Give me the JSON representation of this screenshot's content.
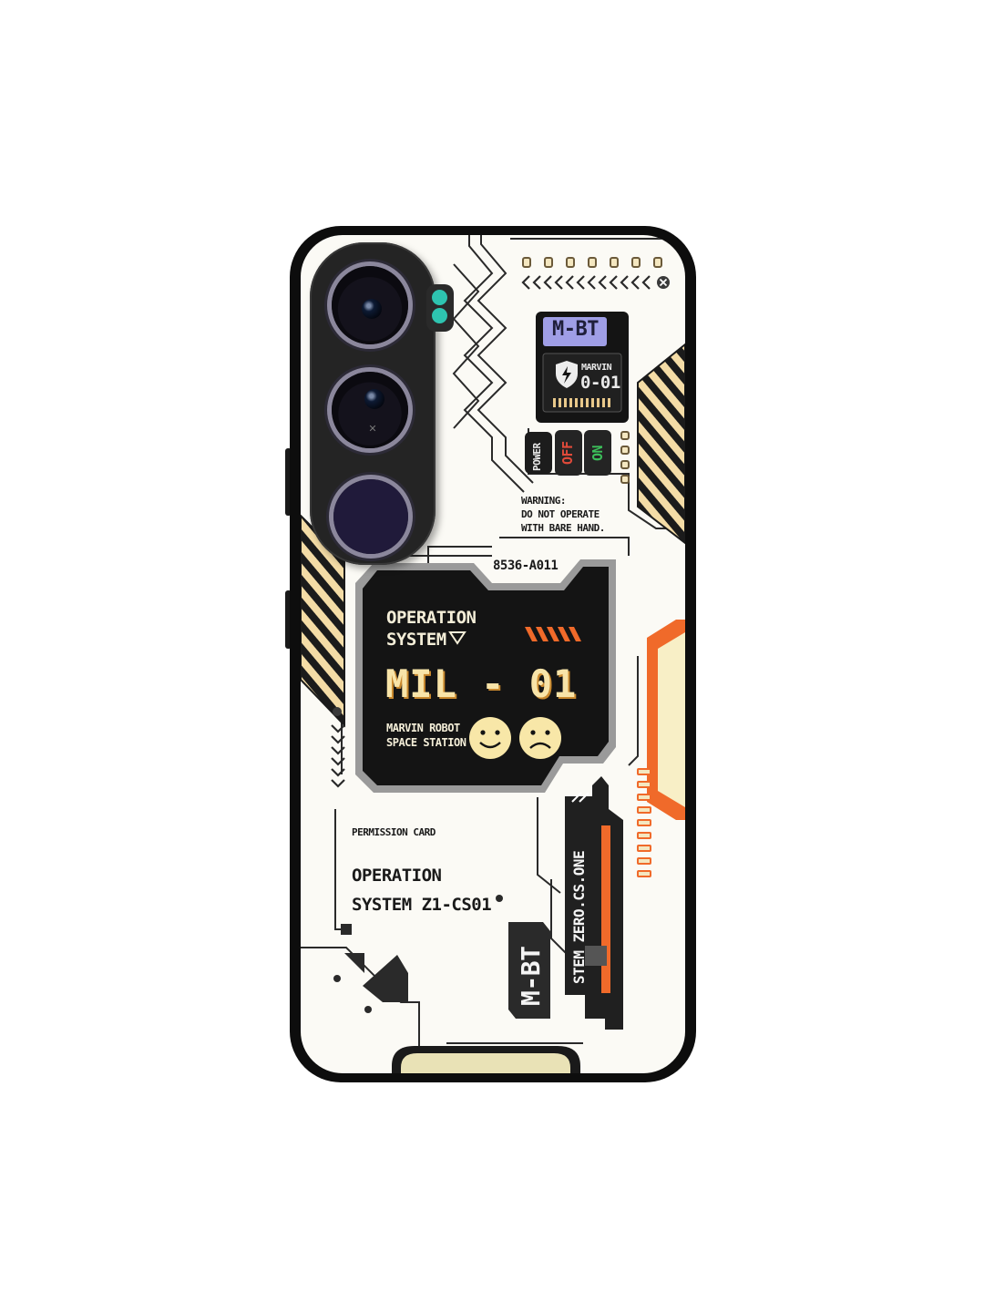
{
  "image": {
    "subject": "phone-case",
    "colors": {
      "background": "#ffffff",
      "case_rim": "#0d0d0d",
      "case_face": "#fbfaf5",
      "panel_dark": "#141414",
      "accent_orange": "#f06a2a",
      "accent_cream": "#f8efc6",
      "accent_gold": "#e8c88a",
      "lavender": "#9f9ee6",
      "flash_teal": "#2ec4b0"
    }
  },
  "labels": {
    "badge_top": "M-BT",
    "badge_marvin": "MARVIN",
    "badge_code": "0-01",
    "switch_power": "POWER",
    "switch_off": "OFF",
    "switch_on": "ON",
    "warning_line1": "WARNING:",
    "warning_line2": "DO NOT OPERATE",
    "warning_line3": "WITH BARE HAND.",
    "serial": "8536-A011",
    "os_line1": "OPERATION",
    "os_line2": "SYSTEM",
    "os_model": "MIL - 01",
    "station_line1": "MARVIN ROBOT",
    "station_line2": "SPACE STATION",
    "permission": "PERMISSION CARD",
    "op_line1": "OPERATION",
    "op_line2": "SYSTEM Z1-CS01",
    "mbt_vertical": "M-BT",
    "stem_vertical": "STEM ZERO.CS.ONE"
  },
  "icons": {
    "smile": "smiley-face-icon",
    "sad": "sad-face-icon",
    "shield": "lightning-shield-icon",
    "close": "close-circle-icon",
    "chevrons": "chevron-left-icon"
  }
}
